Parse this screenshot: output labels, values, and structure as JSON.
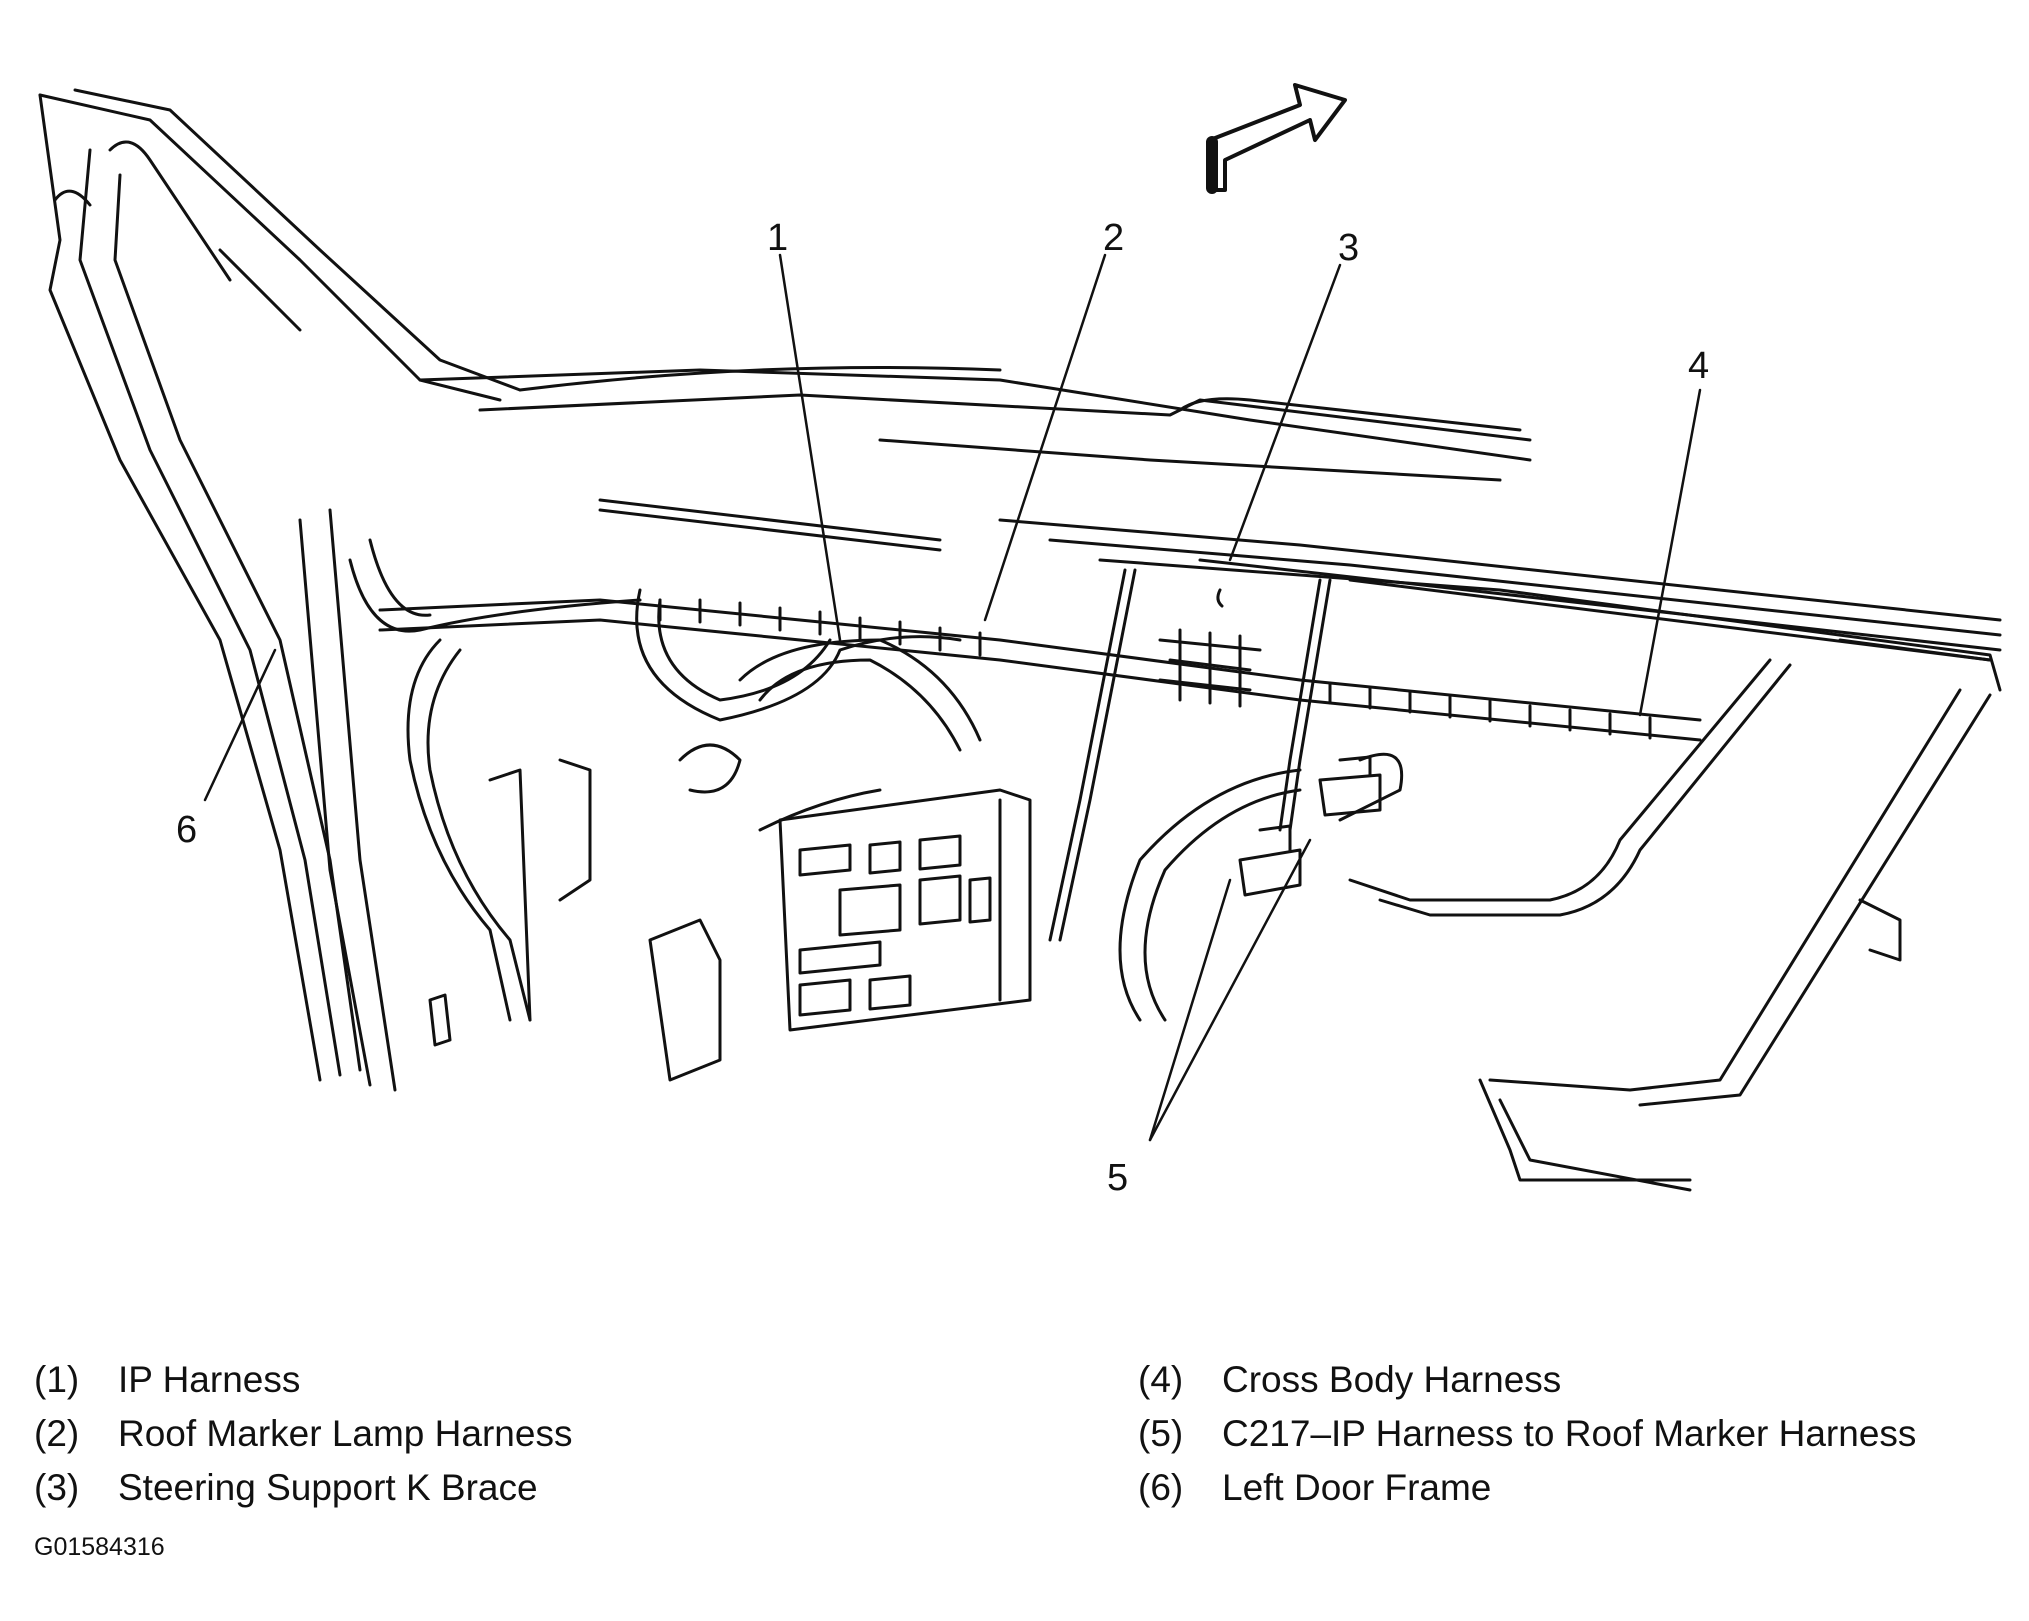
{
  "callouts": [
    {
      "id": "1",
      "label": "1"
    },
    {
      "id": "2",
      "label": "2"
    },
    {
      "id": "3",
      "label": "3"
    },
    {
      "id": "4",
      "label": "4"
    },
    {
      "id": "5",
      "label": "5"
    },
    {
      "id": "6",
      "label": "6"
    }
  ],
  "legend": {
    "left": [
      {
        "num": "(1)",
        "text": "IP Harness"
      },
      {
        "num": "(2)",
        "text": "Roof Marker Lamp Harness"
      },
      {
        "num": "(3)",
        "text": "Steering Support K Brace"
      }
    ],
    "right": [
      {
        "num": "(4)",
        "text": "Cross Body Harness"
      },
      {
        "num": "(5)",
        "text": "C217–IP Harness to Roof Marker Harness"
      },
      {
        "num": "(6)",
        "text": "Left Door Frame"
      }
    ]
  },
  "figure_id": "G01584316",
  "colors": {
    "ink": "#111111",
    "paper": "#ffffff"
  },
  "icons": {
    "direction": "forward-arrow-icon"
  }
}
